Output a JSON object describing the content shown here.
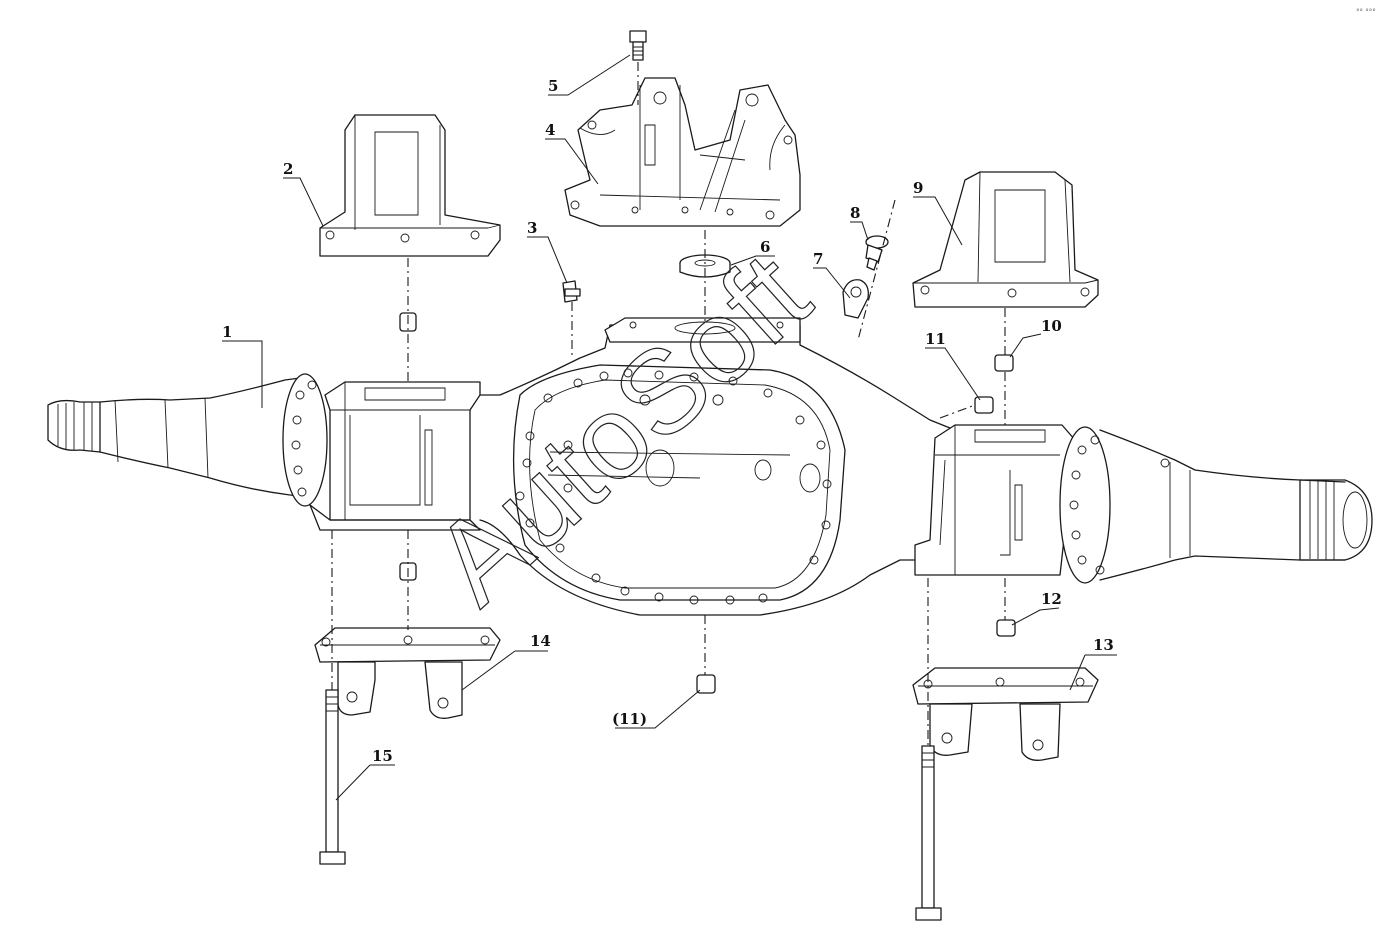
{
  "labels": {
    "p1": "1",
    "p2": "2",
    "p3": "3",
    "p4": "4",
    "p5": "5",
    "p6": "6",
    "p7": "7",
    "p8": "8",
    "p9": "9",
    "p10": "10",
    "p11": "11",
    "p11b": "(11)",
    "p12": "12",
    "p13": "13",
    "p14": "14",
    "p15": "15"
  },
  "watermark": "AutoSoft",
  "corner_mark": "°° °°°"
}
